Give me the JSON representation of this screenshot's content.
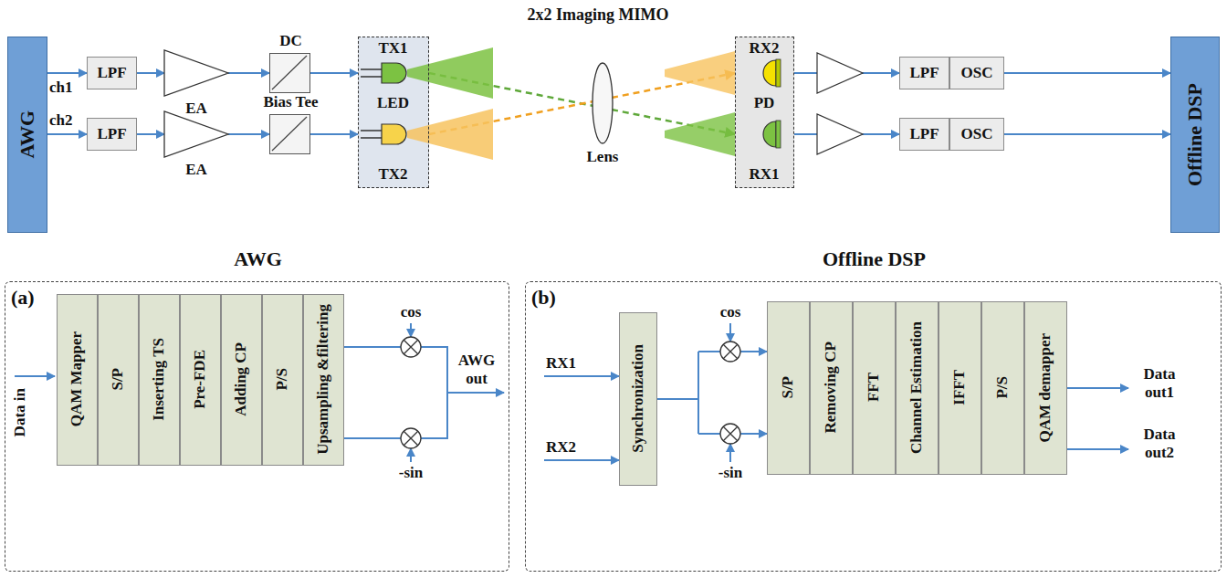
{
  "diagram": {
    "title": "2x2 Imaging MIMO",
    "nodes": [
      {
        "text": [
          "AWG"
        ]
      },
      {
        "text": [
          "LPF"
        ]
      },
      {
        "text": [
          "LPF"
        ]
      },
      {
        "text": [
          "EA"
        ]
      },
      {
        "text": [
          "EA"
        ]
      },
      {
        "text": [
          "DC"
        ]
      },
      {
        "text": [
          "Bias Tee"
        ]
      },
      {
        "text": [
          "TX1",
          "LED",
          "TX2"
        ]
      },
      {
        "text": [
          "Lens"
        ]
      },
      {
        "text": [
          "RX2",
          "PD",
          "RX1"
        ]
      },
      {
        "text": [
          "LPF"
        ]
      },
      {
        "text": [
          "OSC"
        ]
      },
      {
        "text": [
          "LPF"
        ]
      },
      {
        "text": [
          "OSC"
        ]
      },
      {
        "text": [
          "Offline DSP"
        ]
      },
      {
        "text": [
          "AWG",
          "(a)"
        ]
      },
      {
        "text": [
          "QAM Mapper"
        ],
        "in": 15
      },
      {
        "text": [
          "S/P"
        ],
        "in": 15
      },
      {
        "text": [
          "Inserting TS"
        ],
        "in": 15
      },
      {
        "text": [
          "Pre-FDE"
        ],
        "in": 15
      },
      {
        "text": [
          "Adding CP"
        ],
        "in": 15
      },
      {
        "text": [
          "P/S"
        ],
        "in": 15
      },
      {
        "text": [
          "Upsampling &filtering"
        ],
        "in": 15
      },
      {
        "text": [
          "Offline DSP",
          "(b)"
        ]
      },
      {
        "text": [
          "Synchronization"
        ],
        "in": 23
      },
      {
        "text": [
          "S/P"
        ],
        "in": 23
      },
      {
        "text": [
          "Removing CP"
        ],
        "in": 23
      },
      {
        "text": [
          "FFT"
        ],
        "in": 23
      },
      {
        "text": [
          "Channel Estimation"
        ],
        "in": 23
      },
      {
        "text": [
          "IFFT"
        ],
        "in": 23
      },
      {
        "text": [
          "P/S"
        ],
        "in": 23
      },
      {
        "text": [
          "QAM demapper"
        ],
        "in": 23
      }
    ],
    "edges": [
      {
        "from": 0,
        "to": 1,
        "arrow": "to"
      },
      {
        "from": 1,
        "to": 3,
        "arrow": "to"
      },
      {
        "from": 3,
        "to": 5,
        "arrow": "to"
      },
      {
        "from": 5,
        "to": 7,
        "arrow": "to"
      },
      {
        "from": 0,
        "to": 2,
        "arrow": "to"
      },
      {
        "from": 2,
        "to": 4,
        "arrow": "to"
      },
      {
        "from": 4,
        "to": 6,
        "arrow": "to"
      },
      {
        "from": 6,
        "to": 7,
        "arrow": "to"
      },
      {
        "from": 7,
        "to": 9,
        "arrow": "to"
      },
      {
        "from": 7,
        "to": 9,
        "arrow": "to"
      },
      {
        "from": 9,
        "to": 10,
        "arrow": "to"
      },
      {
        "from": 9,
        "to": 12,
        "arrow": "to"
      },
      {
        "from": 11,
        "to": 14,
        "arrow": "to"
      },
      {
        "from": 13,
        "to": 14,
        "arrow": "to"
      }
    ],
    "labels": [
      "ch1",
      "ch2",
      "Data in",
      "cos",
      "-sin",
      "AWG out",
      "RX1",
      "RX2",
      "cos",
      "-sin",
      "Data out1",
      "Data out2"
    ]
  }
}
